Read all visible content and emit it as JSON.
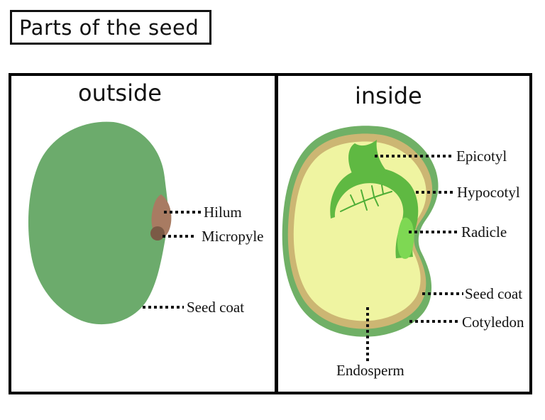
{
  "title": "Parts of the seed",
  "outside": {
    "heading": "outside",
    "labels": {
      "hilum": "Hilum",
      "micropyle": "Micropyle",
      "seed_coat": "Seed coat"
    }
  },
  "inside": {
    "heading": "inside",
    "labels": {
      "epicotyl": "Epicotyl",
      "hypocotyl": "Hypocotyl",
      "radicle": "Radicle",
      "seed_coat": "Seed coat",
      "cotyledon": "Cotyledon",
      "endosperm": "Endosperm"
    }
  },
  "colors": {
    "bean_green": "#6cab6c",
    "hilum_brown": "#a87b62",
    "micropyle_brown": "#7b5a46",
    "coat_green": "#70b066",
    "coat_tan": "#ccb673",
    "interior_pale": "#eff4a1",
    "embryo_green": "#5fb942",
    "radicle_green": "#7ed853",
    "vein_green": "#4fae37"
  }
}
